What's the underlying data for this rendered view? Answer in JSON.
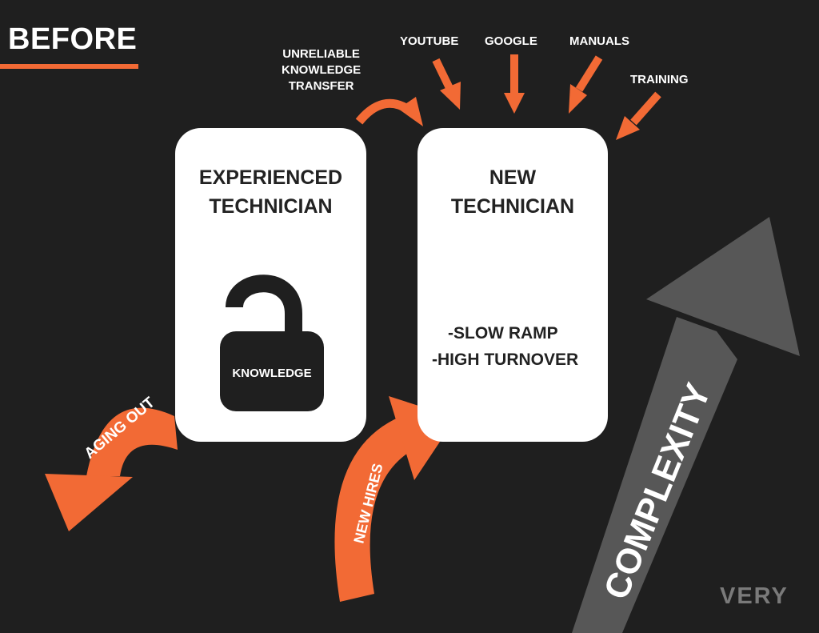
{
  "header": {
    "title": "BEFORE"
  },
  "sources": {
    "unreliable": "UNRELIABLE\nKNOWLEDGE\nTRANSFER",
    "youtube": "YOUTUBE",
    "google": "GOOGLE",
    "manuals": "MANUALS",
    "training": "TRAINING"
  },
  "experienced_card": {
    "title": "EXPERIENCED\nTECHNICIAN",
    "lock_label": "KNOWLEDGE"
  },
  "new_card": {
    "title": "NEW\nTECHNICIAN",
    "issues": [
      "-SLOW RAMP",
      "-HIGH TURNOVER"
    ]
  },
  "flows": {
    "aging_out": "AGING OUT",
    "new_hires": "NEW HIRES",
    "complexity": "COMPLEXITY"
  },
  "brand": {
    "logo": "VERY"
  },
  "colors": {
    "background": "#1f1f1f",
    "accent": "#f26a35",
    "card": "#ffffff",
    "complexity_arrow": "#575757",
    "lock": "#1f1f1f"
  }
}
